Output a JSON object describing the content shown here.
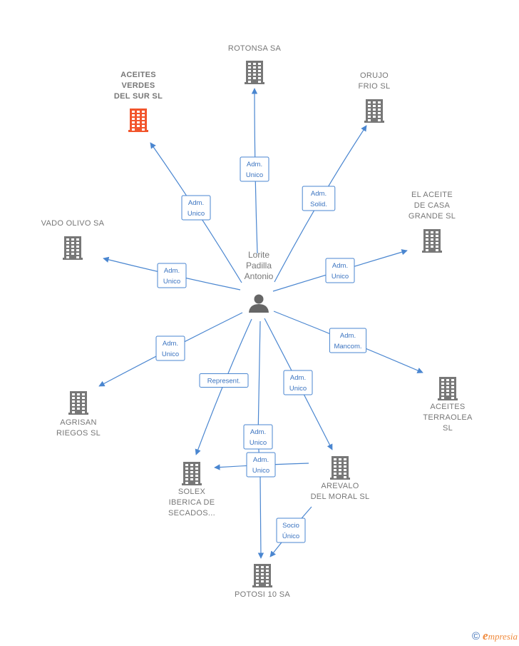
{
  "person": {
    "name": [
      "Lorite",
      "Padilla",
      "Antonio"
    ]
  },
  "companies": [
    {
      "id": "rotonsa",
      "label": [
        "ROTONSA SA"
      ],
      "focus": false
    },
    {
      "id": "aceites-verdes",
      "label": [
        "ACEITES",
        "VERDES",
        "DEL SUR  SL"
      ],
      "focus": true
    },
    {
      "id": "orujo",
      "label": [
        "ORUJO",
        "FRIO SL"
      ],
      "focus": false
    },
    {
      "id": "el-aceite",
      "label": [
        "EL ACEITE",
        "DE CASA",
        "GRANDE  SL"
      ],
      "focus": false
    },
    {
      "id": "vado-olivo",
      "label": [
        "VADO OLIVO SA"
      ],
      "focus": false
    },
    {
      "id": "agrisan",
      "label": [
        "AGRISAN",
        "RIEGOS SL"
      ],
      "focus": false
    },
    {
      "id": "aceites-terraolea",
      "label": [
        "ACEITES",
        "TERRAOLEA",
        "SL"
      ],
      "focus": false
    },
    {
      "id": "solex",
      "label": [
        "SOLEX",
        "IBERICA DE",
        "SECADOS..."
      ],
      "focus": false
    },
    {
      "id": "arevalo",
      "label": [
        "AREVALO",
        "DEL MORAL SL"
      ],
      "focus": false
    },
    {
      "id": "potosi",
      "label": [
        "POTOSI 10 SA"
      ],
      "focus": false
    }
  ],
  "edges": [
    {
      "from": "person",
      "to": "rotonsa",
      "label": [
        "Adm.",
        "Unico"
      ]
    },
    {
      "from": "person",
      "to": "aceites-verdes",
      "label": [
        "Adm.",
        "Unico"
      ]
    },
    {
      "from": "person",
      "to": "orujo",
      "label": [
        "Adm.",
        "Solid."
      ]
    },
    {
      "from": "person",
      "to": "el-aceite",
      "label": [
        "Adm.",
        "Unico"
      ]
    },
    {
      "from": "person",
      "to": "vado-olivo",
      "label": [
        "Adm.",
        "Unico"
      ]
    },
    {
      "from": "person",
      "to": "agrisan",
      "label": [
        "Adm.",
        "Unico"
      ]
    },
    {
      "from": "person",
      "to": "aceites-terraolea",
      "label": [
        "Adm.",
        "Mancom."
      ]
    },
    {
      "from": "person",
      "to": "solex",
      "label": [
        "Represent."
      ]
    },
    {
      "from": "person",
      "to": "arevalo",
      "label": [
        "Adm.",
        "Unico"
      ]
    },
    {
      "from": "person",
      "to": "potosi",
      "label": [
        "Adm.",
        "Unico"
      ]
    },
    {
      "from": "arevalo",
      "to": "solex",
      "label": [
        "Adm.",
        "Unico"
      ]
    },
    {
      "from": "arevalo",
      "to": "potosi",
      "label": [
        "Socio",
        "Único"
      ]
    }
  ],
  "brand": {
    "copyright": "©",
    "initial": "e",
    "name": "mpresia"
  }
}
